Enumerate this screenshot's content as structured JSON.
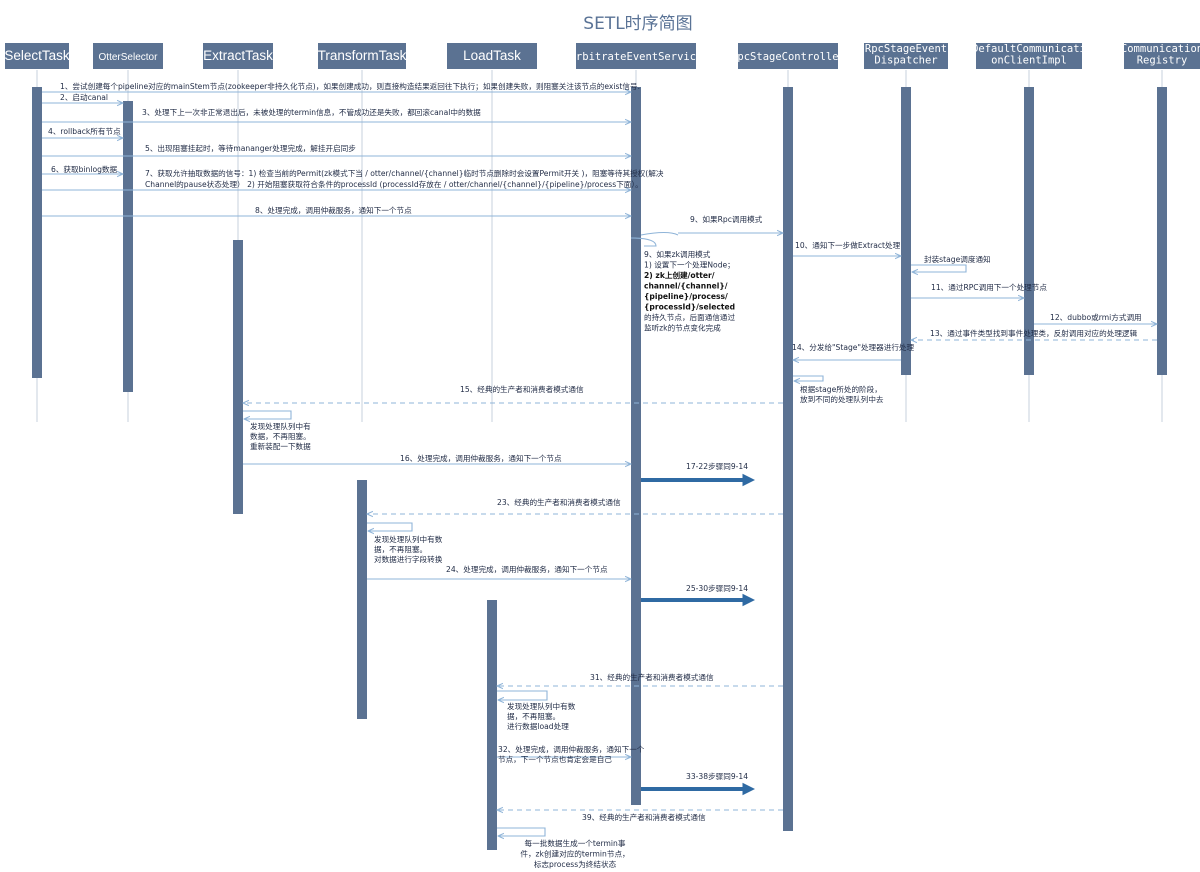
{
  "title": "SETL时序简图",
  "participants": [
    {
      "id": "select",
      "lines": [
        "SelectTask"
      ],
      "mono": false,
      "big": true
    },
    {
      "id": "otter",
      "lines": [
        "OtterSelector"
      ],
      "mono": false,
      "big": false
    },
    {
      "id": "extract",
      "lines": [
        "ExtractTask"
      ],
      "mono": false,
      "big": true
    },
    {
      "id": "transform",
      "lines": [
        "TransformTask"
      ],
      "mono": false,
      "big": true
    },
    {
      "id": "load",
      "lines": [
        "LoadTask"
      ],
      "mono": false,
      "big": true
    },
    {
      "id": "arbitrate",
      "lines": [
        "ArbitrateEventService"
      ],
      "mono": true,
      "big": false
    },
    {
      "id": "rpcstage",
      "lines": [
        "RpcStageController"
      ],
      "mono": true,
      "big": false
    },
    {
      "id": "dispatcher",
      "lines": [
        "RpcStageEvent",
        "Dispatcher"
      ],
      "mono": true,
      "big": false
    },
    {
      "id": "defcomm",
      "lines": [
        "DefaultCommunicati",
        "onClientImpl"
      ],
      "mono": true,
      "big": false
    },
    {
      "id": "registry",
      "lines": [
        "Communication",
        "Registry"
      ],
      "mono": true,
      "big": false
    }
  ],
  "messages": [
    {
      "id": "m1",
      "lines": [
        "1、尝试创建每个pipeline对应的mainStem节点(zookeeper非持久化节点)，如果创建成功，则直接构造结果返回往下执行；如果创建失败，则阻塞关注该节点的exist信号."
      ]
    },
    {
      "id": "m2",
      "lines": [
        "2、启动canal"
      ]
    },
    {
      "id": "m3",
      "lines": [
        "3、处理下上一次非正常退出后，未被处理的termin信息，不管成功还是失败，都回滚canal中的数据"
      ]
    },
    {
      "id": "m4",
      "lines": [
        "4、rollback所有节点"
      ]
    },
    {
      "id": "m5",
      "lines": [
        "5、出现阻塞挂起时，等待mananger处理完成，解挂开启同步"
      ]
    },
    {
      "id": "m6",
      "lines": [
        "6、获取binlog数据"
      ]
    },
    {
      "id": "m7",
      "lines": [
        "7、获取允许抽取数据的信号：1) 检查当前的Permit(zk模式下当 / otter/channel/{channel}临时节点删除时会设置Permit开关 )，阻塞等待其授权(解决",
        "Channel的pause状态处理）  2) 开始阻塞获取符合条件的processId (processId存放在 / otter/channel/{channel}/{pipeline}/process下面）。"
      ]
    },
    {
      "id": "m8",
      "lines": [
        "8、处理完成，调用仲裁服务，通知下一个节点"
      ]
    },
    {
      "id": "m9a",
      "lines": [
        "9、如果Rpc调用模式"
      ]
    },
    {
      "id": "m9b",
      "lines": [
        "9、如果zk调用模式",
        "1) 设置下一个处理Node；",
        "2) zk上创建/otter/",
        "channel/{channel}/",
        "{pipeline}/process/",
        "{processId}/selected",
        "的持久节点，后面通信通过",
        "监听zk的节点变化完成"
      ]
    },
    {
      "id": "m10",
      "lines": [
        "10、通知下一步做Extract处理"
      ]
    },
    {
      "id": "m10b",
      "lines": [
        "封装stage调度通知"
      ]
    },
    {
      "id": "m11",
      "lines": [
        "11、通过RPC调用下一个处理节点"
      ]
    },
    {
      "id": "m12",
      "lines": [
        "12、dubbo或rmi方式调用"
      ]
    },
    {
      "id": "m13",
      "lines": [
        "13、通过事件类型找到事件处理类，反射调用对应的处理逻辑"
      ]
    },
    {
      "id": "m14",
      "lines": [
        "14、分发给\"Stage\"处理器进行处理"
      ]
    },
    {
      "id": "m14b",
      "lines": [
        "根据stage所处的阶段，",
        "放到不同的处理队列中去"
      ]
    },
    {
      "id": "m15",
      "lines": [
        "15、经典的生产者和消费者模式通信"
      ]
    },
    {
      "id": "m15b",
      "lines": [
        "发现处理队列中有",
        "数据，不再阻塞。",
        "重新装配一下数据"
      ]
    },
    {
      "id": "m16",
      "lines": [
        "16、处理完成，调用仲裁服务，通知下一个节点"
      ]
    },
    {
      "id": "m17",
      "lines": [
        "17-22步骤同9-14"
      ]
    },
    {
      "id": "m23",
      "lines": [
        "23、经典的生产者和消费者模式通信"
      ]
    },
    {
      "id": "m23b",
      "lines": [
        "发现处理队列中有数",
        "据，不再阻塞。",
        "对数据进行字段转换"
      ]
    },
    {
      "id": "m24",
      "lines": [
        "24、处理完成，调用仲裁服务，通知下一个节点"
      ]
    },
    {
      "id": "m25",
      "lines": [
        "25-30步骤同9-14"
      ]
    },
    {
      "id": "m31",
      "lines": [
        "31、经典的生产者和消费者模式通信"
      ]
    },
    {
      "id": "m31b",
      "lines": [
        "发现处理队列中有数",
        "据，不再阻塞。",
        "进行数据load处理"
      ]
    },
    {
      "id": "m32",
      "lines": [
        "32、处理完成，调用仲裁服务，通知下一个",
        "节点，下一个节点也肯定会是自己"
      ]
    },
    {
      "id": "m33",
      "lines": [
        "33-38步骤同9-14"
      ]
    },
    {
      "id": "m39",
      "lines": [
        "39、经典的生产者和消费者模式通信"
      ]
    },
    {
      "id": "m39b",
      "lines": [
        "每一批数据生成一个termin事",
        "件，zk创建对应的termin节点，",
        "标志process为终结状态"
      ]
    }
  ],
  "colors": {
    "header": "#5b7292",
    "bar": "#5b7292",
    "solid": "#8fb4d8",
    "dashed": "#8fb4d8",
    "bold": "#2f6aa3",
    "text": "#1f2a44",
    "title": "#5a7396"
  },
  "icons": {
    "arrow": "arrowhead-icon"
  }
}
